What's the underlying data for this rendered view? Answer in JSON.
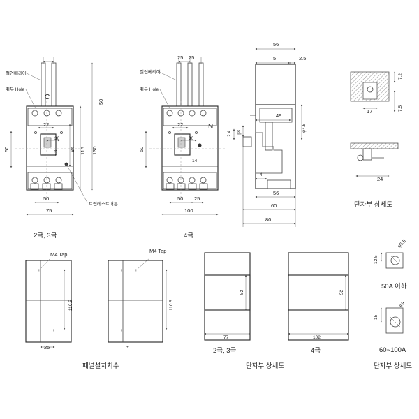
{
  "labels": {
    "insulation_barrier": "절연베리어",
    "mounting_hole": "취부 Hole",
    "trip_test_button": "트립테스트버튼",
    "pole_2_3": "2극, 3극",
    "pole_4": "4극",
    "terminal_detail": "단자부 상세도",
    "panel_dimensions": "패널설치치수",
    "m4_tap": "M4 Tap",
    "under_50a": "50A 이하",
    "range_60_100a": "60~100A",
    "mark_c": "C",
    "mark_n": "N"
  },
  "dims": {
    "d25": "25",
    "d50": "50",
    "d22": "22",
    "d30": "30",
    "d84": "84",
    "d115": "115",
    "d130": "130",
    "d75": "75",
    "d100": "100",
    "d14": "14",
    "d5_3": "5.3",
    "d56": "56",
    "d5": "5",
    "d2_5": "2.5",
    "d49": "49",
    "d8": "φ8",
    "d4_5": "φ4.5",
    "d2_4": "2.4",
    "d4": "4",
    "d60": "60",
    "d80": "80",
    "d7_2": "7.2",
    "d17": "17",
    "d7_5": "7.5",
    "d24": "24",
    "d110_5": "110.5",
    "d77": "77",
    "d52": "52",
    "d102": "102",
    "d12_5": "12.5",
    "d5_5": "φ5.5",
    "d15": "15",
    "d9": "φ9"
  }
}
